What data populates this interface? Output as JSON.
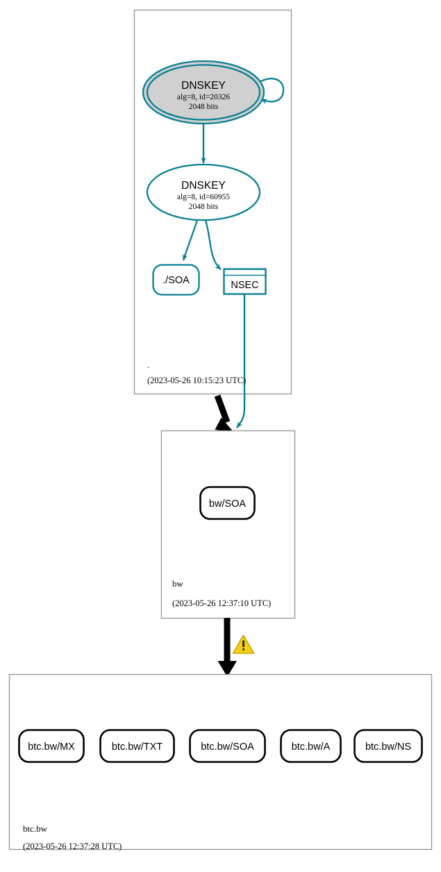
{
  "diagram": {
    "type": "dnssec-authentication-chain",
    "colors": {
      "secure_teal": "#0a7f91",
      "insecure_black": "#000000",
      "ksk_fill": "#d0d0d0",
      "zone_border": "#9a9a9a",
      "warning_yellow": "#f5d016",
      "background": "#ffffff"
    }
  },
  "zones": [
    {
      "name": "root",
      "label": ".",
      "timestamp": "(2023-05-26 10:15:23 UTC)",
      "nodes": [
        {
          "id": "ksk",
          "kind": "dnskey-ksk",
          "shape": "double-ellipse",
          "title": "DNSKEY",
          "line2": "alg=8, id=20326",
          "line3": "2048 bits"
        },
        {
          "id": "zsk",
          "kind": "dnskey-zsk",
          "shape": "ellipse",
          "title": "DNSKEY",
          "line2": "alg=8, id=60955",
          "line3": "2048 bits"
        },
        {
          "id": "root-soa",
          "kind": "rrset",
          "shape": "rounded-rect",
          "title": "./SOA"
        },
        {
          "id": "root-nsec",
          "kind": "nsec",
          "shape": "record-rect",
          "title": "NSEC"
        }
      ]
    },
    {
      "name": "bw",
      "label": "bw",
      "timestamp": "(2023-05-26 12:37:10 UTC)",
      "nodes": [
        {
          "id": "bw-soa",
          "kind": "rrset",
          "shape": "rounded-rect",
          "title": "bw/SOA"
        }
      ]
    },
    {
      "name": "btc.bw",
      "label": "btc.bw",
      "timestamp": "(2023-05-26 12:37:28 UTC)",
      "nodes": [
        {
          "id": "btcbw-mx",
          "kind": "rrset",
          "shape": "rounded-rect",
          "title": "btc.bw/MX"
        },
        {
          "id": "btcbw-txt",
          "kind": "rrset",
          "shape": "rounded-rect",
          "title": "btc.bw/TXT"
        },
        {
          "id": "btcbw-soa",
          "kind": "rrset",
          "shape": "rounded-rect",
          "title": "btc.bw/SOA"
        },
        {
          "id": "btcbw-a",
          "kind": "rrset",
          "shape": "rounded-rect",
          "title": "btc.bw/A"
        },
        {
          "id": "btcbw-ns",
          "kind": "rrset",
          "shape": "rounded-rect",
          "title": "btc.bw/NS"
        }
      ]
    }
  ],
  "edges": [
    {
      "id": "ksk-self",
      "from": "ksk",
      "to": "ksk",
      "style": "secure"
    },
    {
      "id": "ksk-to-zsk",
      "from": "ksk",
      "to": "zsk",
      "style": "secure"
    },
    {
      "id": "zsk-to-soa",
      "from": "zsk",
      "to": "root-soa",
      "style": "secure"
    },
    {
      "id": "zsk-to-nsec",
      "from": "zsk",
      "to": "root-nsec",
      "style": "secure"
    },
    {
      "id": "root-to-bw",
      "from": "root",
      "to": "bw",
      "style": "insecure"
    },
    {
      "id": "nsec-to-bw",
      "from": "root-nsec",
      "to": "bw",
      "style": "secure"
    },
    {
      "id": "bw-to-btcbw",
      "from": "bw",
      "to": "btc.bw",
      "style": "insecure",
      "badge": "warning-icon"
    }
  ],
  "badges": [
    {
      "id": "bw-delegation-warning",
      "icon": "warning-triangle-icon",
      "title": ""
    }
  ]
}
